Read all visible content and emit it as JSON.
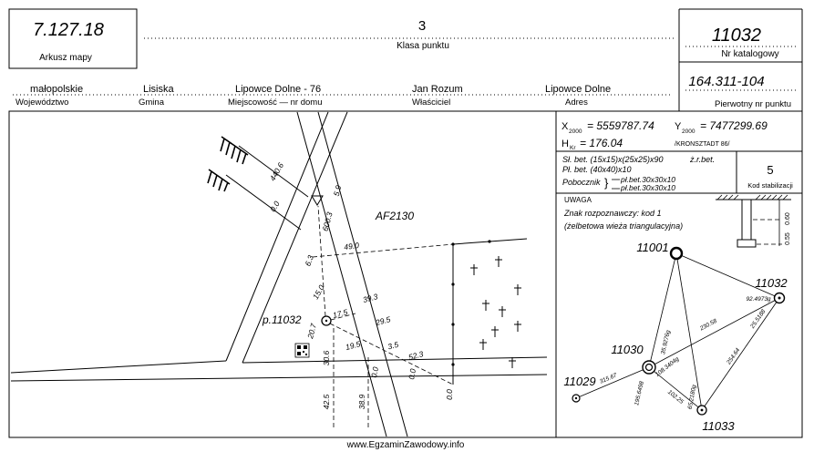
{
  "document": {
    "sheet": {
      "value": "7.127.18",
      "label": "Arkusz mapy"
    },
    "point_class": {
      "value": "3",
      "label": "Klasa punktu"
    },
    "catalog_no": {
      "value": "11032",
      "label": "Nr katalogowy"
    },
    "original_no": {
      "value": "164.311-104",
      "label": "Pierwotny nr punktu"
    },
    "location": [
      {
        "value": "małopolskie",
        "label": "Województwo"
      },
      {
        "value": "Lisiska",
        "label": "Gmina"
      },
      {
        "value": "Lipowce Dolne - 76",
        "label": "Miejscowość — nr domu"
      },
      {
        "value": "Jan Rozum",
        "label": "Właściciel"
      },
      {
        "value": "Lipowce Dolne",
        "label": "Adres"
      }
    ]
  },
  "coordinates": {
    "x_symbol": "X",
    "x_index": "2000",
    "x_value": "= 5559787.74",
    "y_symbol": "Y",
    "y_index": "2000",
    "y_value": "= 7477299.69",
    "h_symbol": "H",
    "h_index": "Kr",
    "h_value": "= 176.04",
    "height_system": "/KRONSZTADT 86/"
  },
  "stabilization": {
    "line1": "Sł. bet. (15x15)x(25x25)x90",
    "line1_right": "ż.r.bet.",
    "line2": "Pł. bet. (40x40)x10",
    "witness_label": "Pobocznik",
    "witness_bracket": "}",
    "witness_1": "pł.bet.30x30x10",
    "witness_2": "pł.bet.30x30x10",
    "code_value": "5",
    "code_label": "Kod stabilizacji"
  },
  "remarks": {
    "title": "UWAGA",
    "line1": "Znak rozpoznawczy: kod 1",
    "line2": "(żelbetowa wieża triangulacyjna)"
  },
  "section_drawing": {
    "dim_1": "0.60",
    "dim_2": "0.55"
  },
  "network": {
    "points": [
      "11001",
      "11032",
      "11030",
      "11029",
      "11033"
    ],
    "observations": [
      "315.67",
      "230.58",
      "254.64",
      "102.25",
      "65.2180g",
      "35.9276g",
      "108.3404g",
      "195.6498",
      "92.4973g",
      "25.5188"
    ]
  },
  "sketch": {
    "point_label": "p.11032",
    "neighbor_label": "AF2130",
    "dimensions": [
      "440.6",
      "0.0",
      "5.9",
      "600.3",
      "49.0",
      "6.3",
      "15.0",
      "39.3",
      "29.5",
      "17.5",
      "20.7",
      "19.5",
      "3.5",
      "52.3",
      "30.6",
      "42.5",
      "38.9",
      "0.0",
      "0.0",
      "0.0"
    ]
  },
  "watermark": "www.EgzaminZawodowy.info"
}
